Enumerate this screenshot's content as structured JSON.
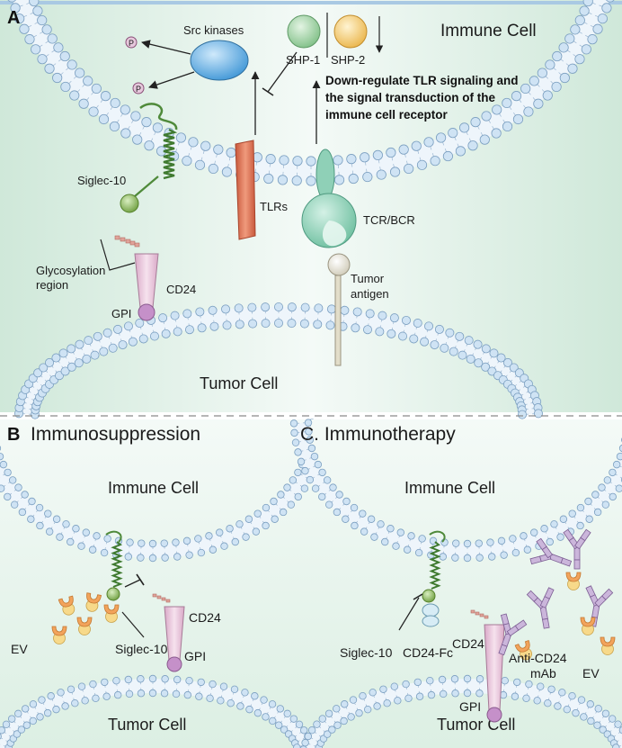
{
  "panels": {
    "a": {
      "letter": "A"
    },
    "b": {
      "letter": "B",
      "title": "Immunosuppression"
    },
    "c": {
      "title": "C. Immunotherapy"
    }
  },
  "labels": {
    "a_immune_cell": "Immune Cell",
    "a_tumor_cell": "Tumor Cell",
    "src_kinases": "Src kinases",
    "phospho": "P",
    "shp1": "SHP-1",
    "shp2": "SHP-2",
    "down_reg_1": "Down-regulate TLR signaling and",
    "down_reg_2": "the signal transduction of the",
    "down_reg_3": "immune cell receptor",
    "siglec10": "Siglec-10",
    "tlrs": "TLRs",
    "tcr_bcr": "TCR/BCR",
    "tumor_antigen_1": "Tumor",
    "tumor_antigen_2": "antigen",
    "glyco_1": "Glycosylation",
    "glyco_2": "region",
    "cd24": "CD24",
    "gpi": "GPI",
    "b_immune_cell": "Immune Cell",
    "b_tumor_cell": "Tumor Cell",
    "ev": "EV",
    "b_siglec10": "Siglec-10",
    "b_cd24": "CD24",
    "b_gpi": "GPI",
    "c_immune_cell": "Immune Cell",
    "c_tumor_cell": "Tumor Cell",
    "c_siglec10": "Siglec-10",
    "cd24_fc": "CD24-Fc",
    "c_cd24": "CD24",
    "c_gpi": "GPI",
    "anti_cd24_1": "Anti-CD24",
    "anti_cd24_2": "mAb",
    "c_ev": "EV"
  },
  "colors": {
    "immune_bg": "#eaf5ee",
    "membrane_head": "#c5ddf0",
    "membrane_stroke": "#7b9fc0",
    "tlr": "#e07a5f",
    "tcr": "#8fd0b7",
    "src_kinase": "#6cb4e4",
    "shp1": "#a9d8ab",
    "shp2": "#f5d27e",
    "siglec_head": "#9bc36b",
    "cd24": "#e8c8dc",
    "gpi": "#c590c9",
    "ev_orange": "#f2a35b",
    "ev_yellow": "#f7d98a",
    "antibody": "#b89ec9",
    "divider": "#8a8a8a"
  }
}
